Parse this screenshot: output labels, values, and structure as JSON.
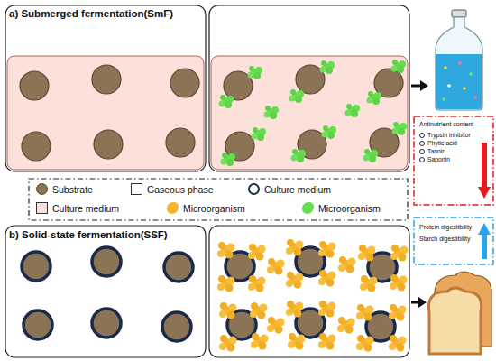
{
  "diagram": {
    "nodes": [
      {
        "text": [
          "Antinutrient content",
          "Trypsin inhibitor",
          "Phytic acid",
          "Tannin",
          "Saponin"
        ]
      },
      {
        "text": [
          "Protein digestibility",
          "Starch digestibility"
        ]
      }
    ],
    "labels": [
      "a) Submerged fermentation(SmF)",
      "b) Solid-state fermentation(SSF)"
    ],
    "legend": [
      {
        "text": "Substrate",
        "color": "#8b7355"
      },
      {
        "text": "Gaseous phase",
        "color": "#ffffff"
      },
      {
        "text": "Culture medium",
        "color": "#1c2a4a"
      },
      {
        "text": "Culture medium",
        "color": "#fbe1d9"
      },
      {
        "text": "Microorganism",
        "color": "#f7b52c"
      },
      {
        "text": "Microorganism",
        "color": "#66dd4f"
      }
    ]
  }
}
